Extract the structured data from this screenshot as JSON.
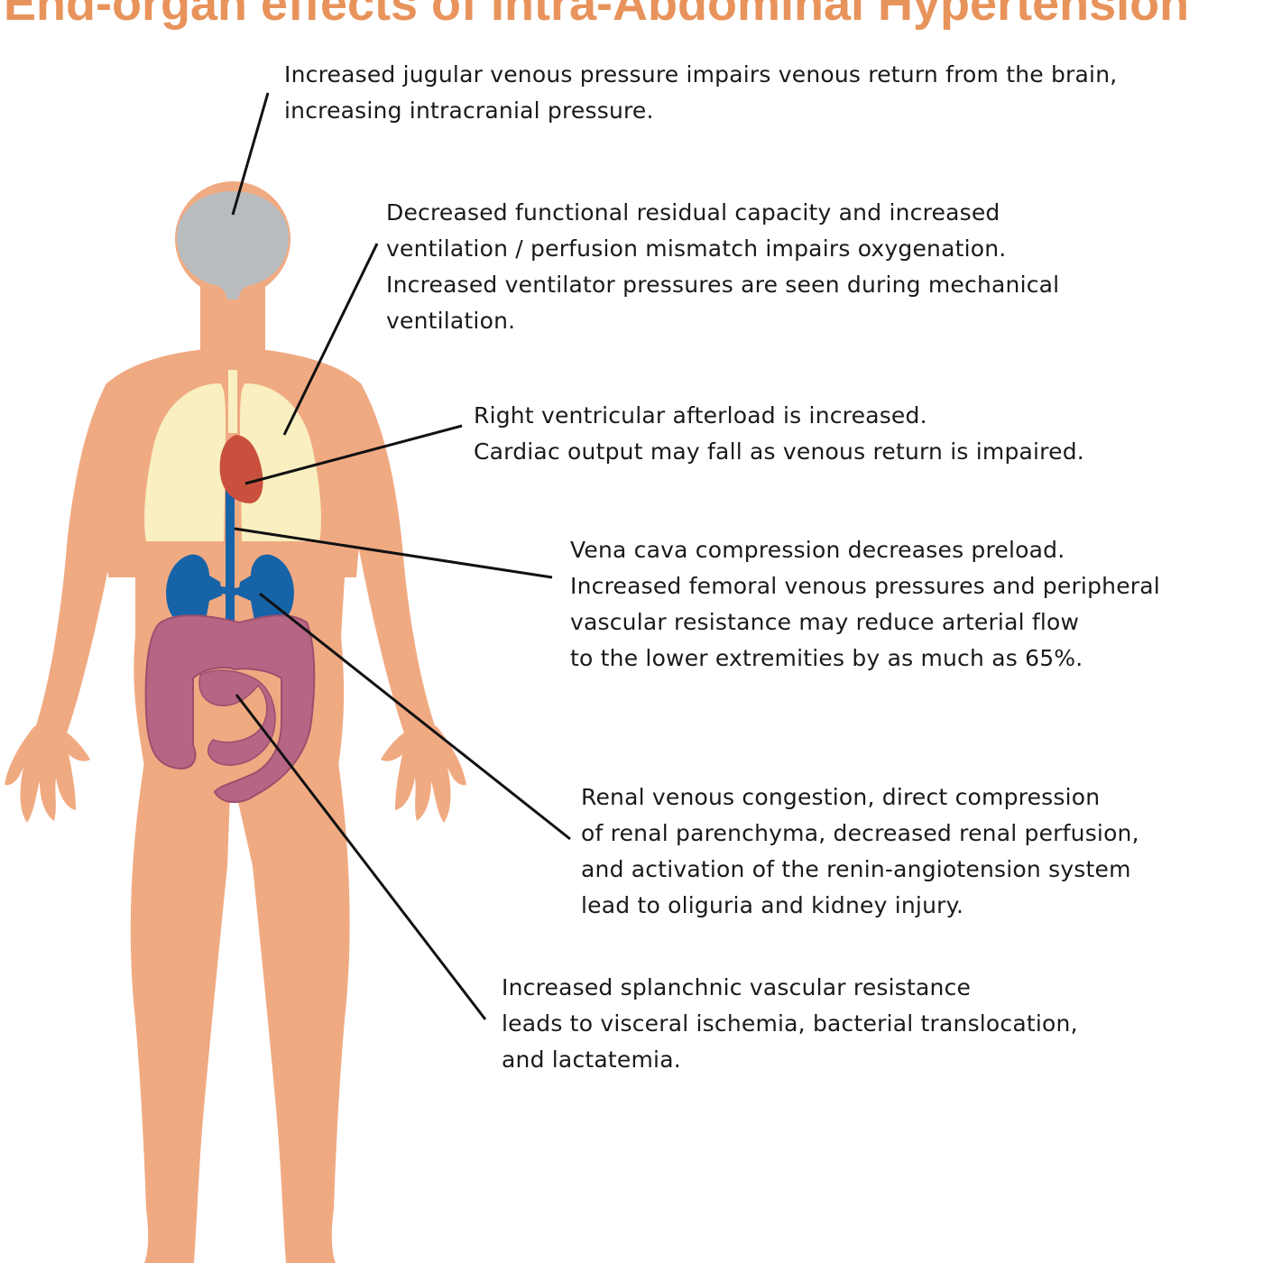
{
  "title": "End-organ effects of Intra-Abdominal Hypertension",
  "colors": {
    "title": "#e8935b",
    "skin": "#f0aa82",
    "brain": "#b9bcbf",
    "lungs": "#f9efc0",
    "heart": "#c9503c",
    "vessels": "#1763a8",
    "intestines": "#b66585",
    "leader": "#111111"
  },
  "callouts": {
    "brain": {
      "lines": [
        "Increased jugular venous pressure impairs venous return from the brain,",
        "increasing intracranial pressure."
      ]
    },
    "lungs": {
      "lines": [
        "Decreased functional residual capacity and increased",
        "ventilation / perfusion mismatch impairs oxygenation.",
        "Increased ventilator pressures are seen during mechanical",
        "ventilation."
      ]
    },
    "heart": {
      "lines": [
        "Right ventricular afterload is increased.",
        "Cardiac output may fall as venous return is impaired."
      ]
    },
    "vena_cava": {
      "lines": [
        "Vena cava compression decreases preload.",
        "Increased femoral venous pressures and peripheral",
        "vascular resistance may reduce arterial flow",
        "to the lower extremities by as much as 65%."
      ]
    },
    "kidneys": {
      "lines": [
        "Renal venous congestion, direct compression",
        "of renal parenchyma, decreased renal perfusion,",
        "and activation of the renin-angiotension system",
        "lead to oliguria and kidney injury."
      ]
    },
    "intestines": {
      "lines": [
        "Increased splanchnic vascular resistance",
        "leads to visceral ischemia, bacterial translocation,",
        "and lactatemia."
      ]
    }
  }
}
